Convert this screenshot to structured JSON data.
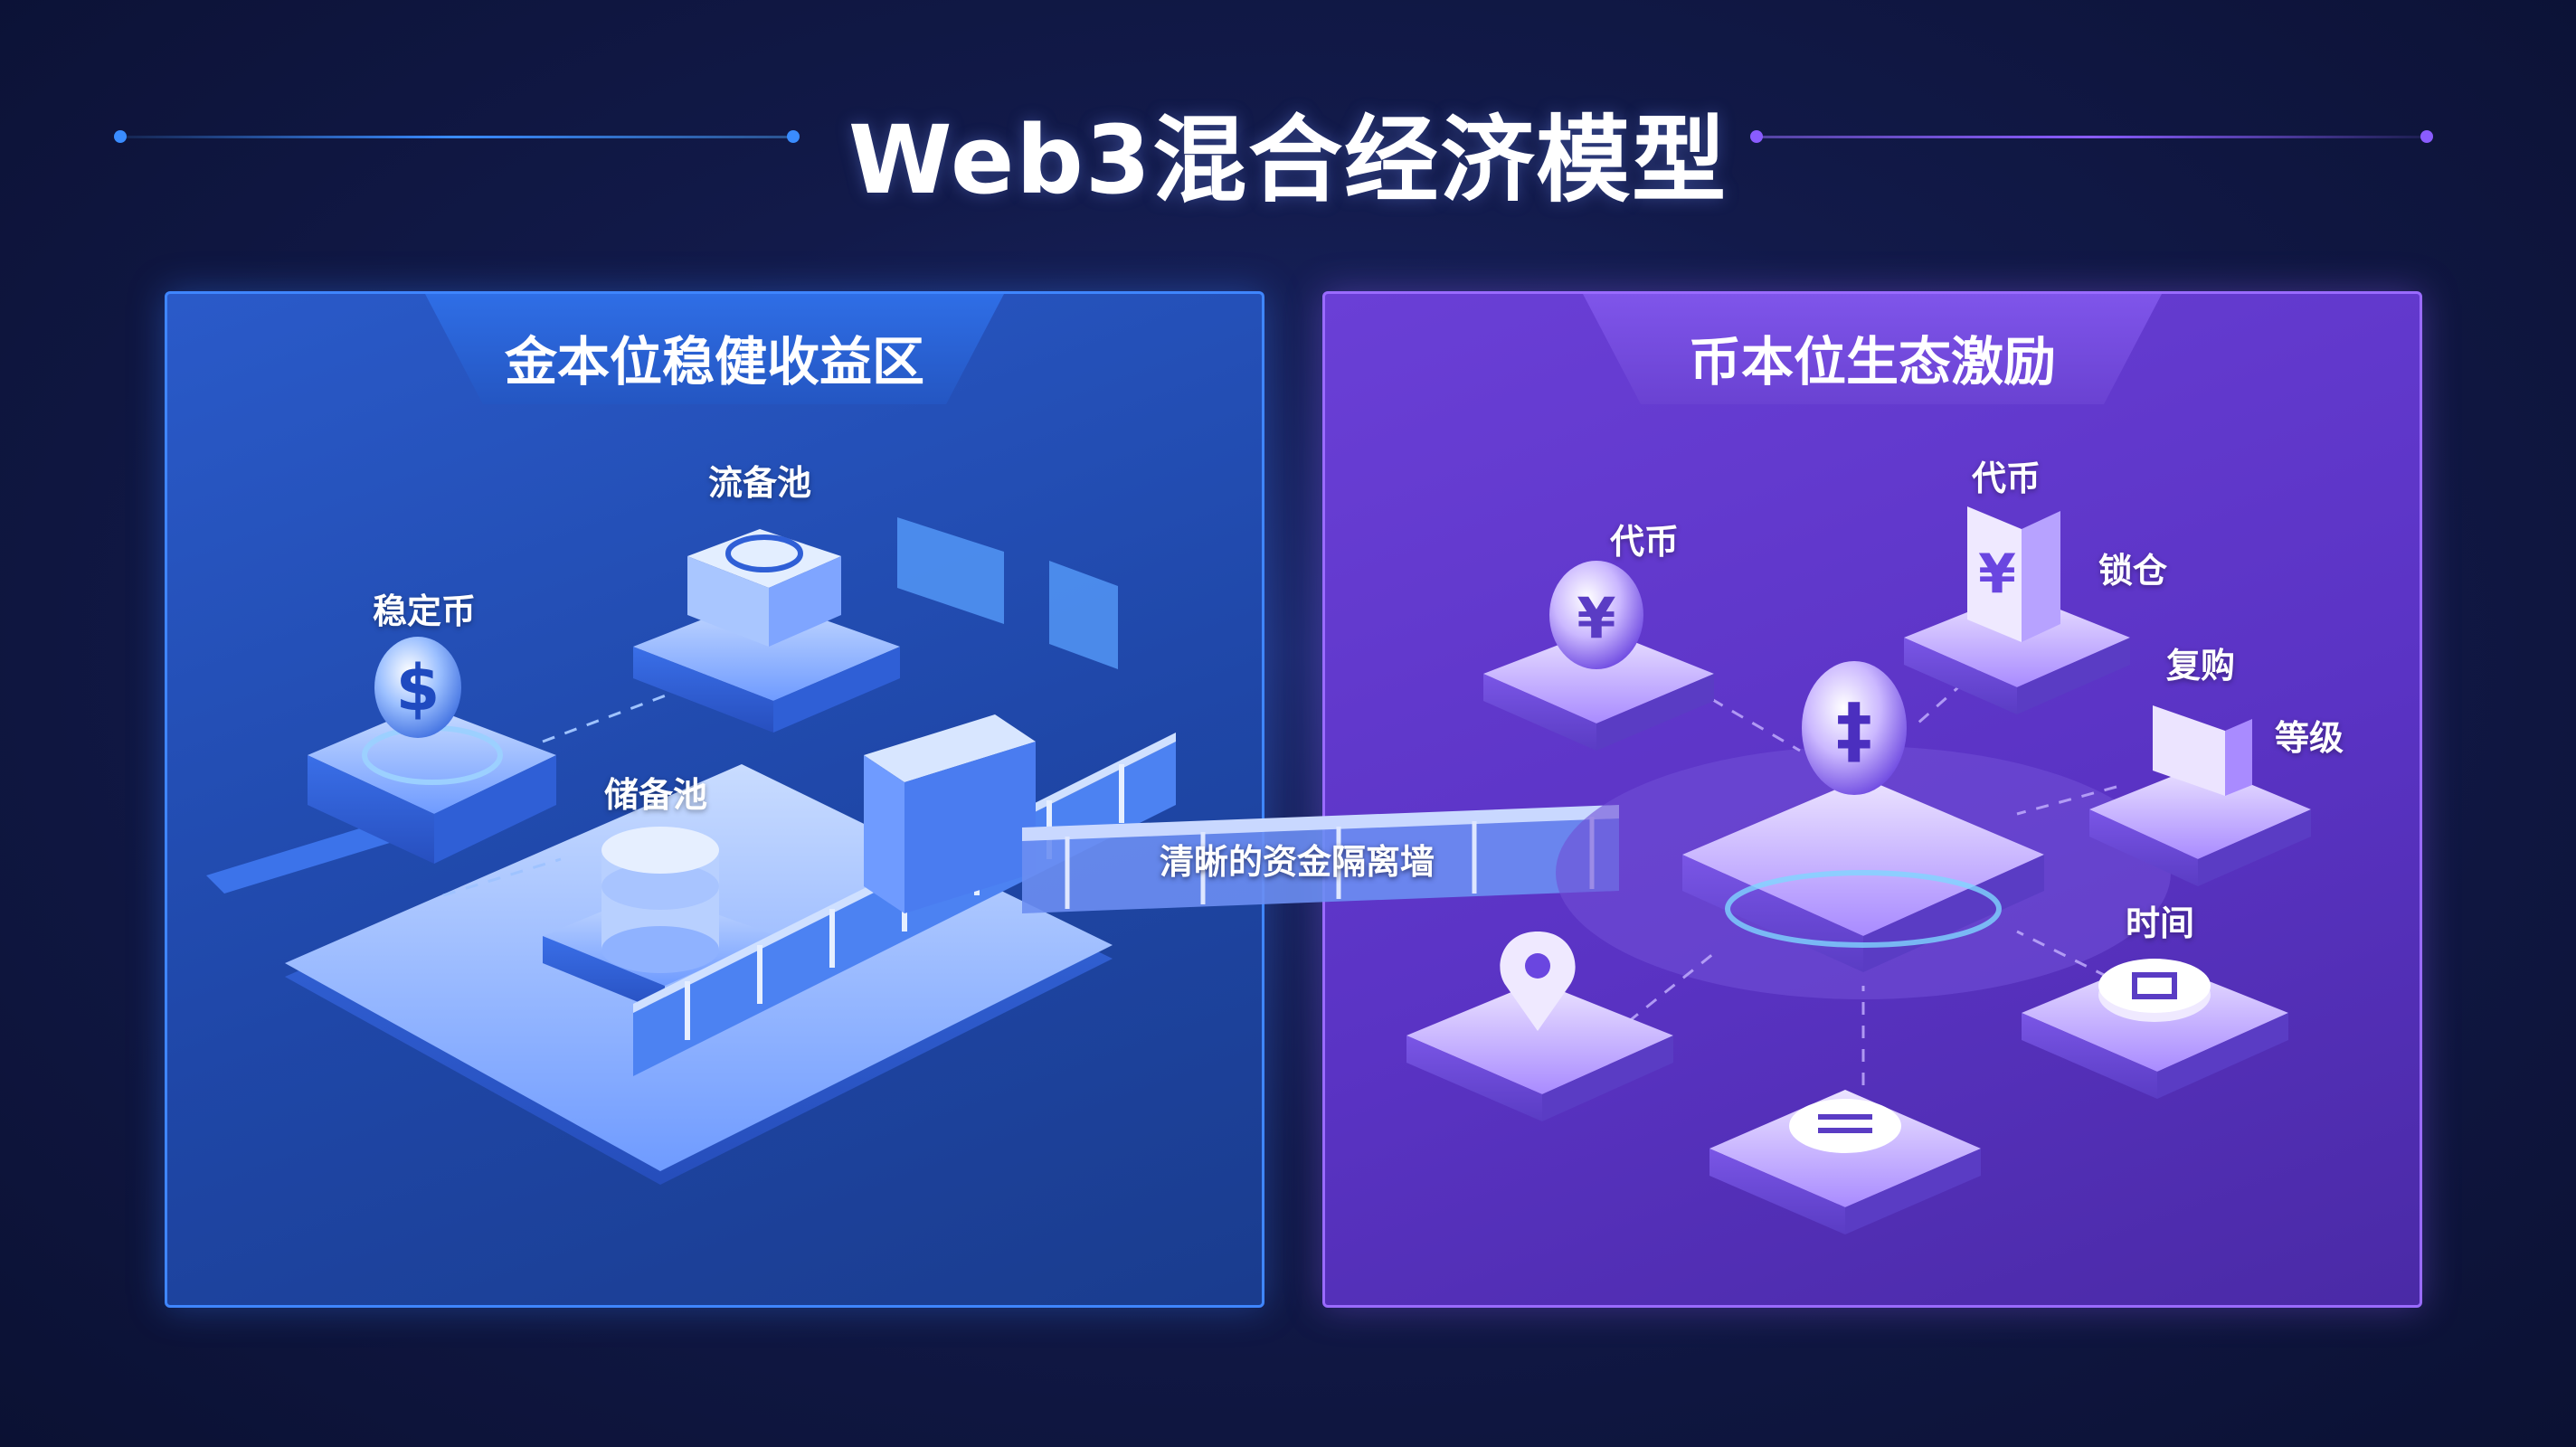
{
  "title": "Web3混合经济模型",
  "left_panel": {
    "title": "金本位稳健收益区",
    "labels": {
      "liquidity_pool": "流备池",
      "stablecoin": "稳定币",
      "reserve_pool": "储备池"
    }
  },
  "right_panel": {
    "title": "币本位生态激励",
    "labels": {
      "token_left": "代币",
      "token_top": "代币",
      "lockup": "锁仓",
      "buyback": "复购",
      "level": "等级",
      "time": "时间"
    }
  },
  "bridge": {
    "label": "清晰的资金隔离墙"
  },
  "colors": {
    "left_accent": "#3f86ff",
    "right_accent": "#9a6bff",
    "background": "#121a4a"
  }
}
